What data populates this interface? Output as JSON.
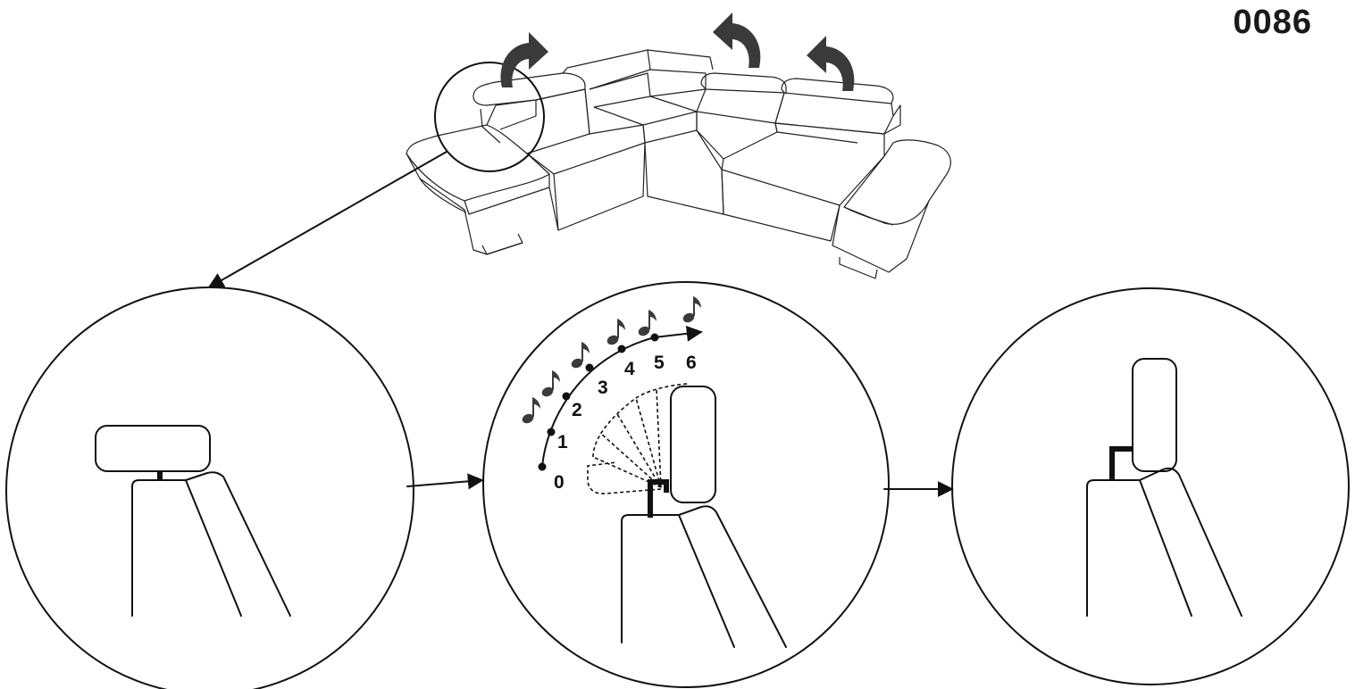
{
  "code": "0086",
  "positions": [
    "0",
    "1",
    "2",
    "3",
    "4",
    "5",
    "6"
  ],
  "colors": {
    "line": "#111111",
    "rotation_arrow": "#3a3a3a",
    "note_icon": "#3b3b3b"
  },
  "icons": [
    "rotate-arrow-icon",
    "music-note-icon",
    "arrow-right-icon"
  ]
}
